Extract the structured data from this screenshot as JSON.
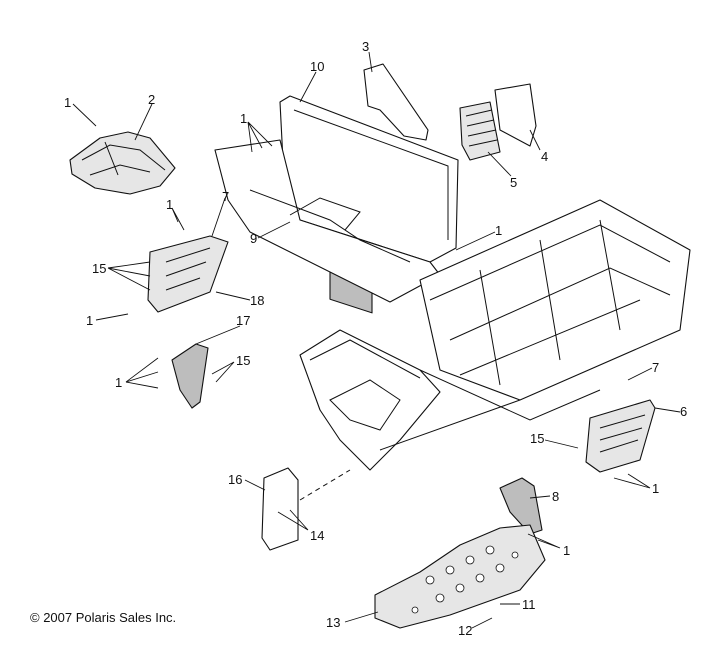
{
  "copyright": "© 2007 Polaris Sales Inc.",
  "callouts": [
    {
      "id": "c1a",
      "label": "1"
    },
    {
      "id": "c2",
      "label": "2"
    },
    {
      "id": "c1b",
      "label": "1"
    },
    {
      "id": "c10",
      "label": "10"
    },
    {
      "id": "c3",
      "label": "3"
    },
    {
      "id": "c4",
      "label": "4"
    },
    {
      "id": "c5",
      "label": "5"
    },
    {
      "id": "c1c",
      "label": "1"
    },
    {
      "id": "c7a",
      "label": "7"
    },
    {
      "id": "c9",
      "label": "9"
    },
    {
      "id": "c1d",
      "label": "1"
    },
    {
      "id": "c15a",
      "label": "15"
    },
    {
      "id": "c18",
      "label": "18"
    },
    {
      "id": "c1e",
      "label": "1"
    },
    {
      "id": "c17",
      "label": "17"
    },
    {
      "id": "c15b",
      "label": "15"
    },
    {
      "id": "c1f",
      "label": "1"
    },
    {
      "id": "c7b",
      "label": "7"
    },
    {
      "id": "c6",
      "label": "6"
    },
    {
      "id": "c15c",
      "label": "15"
    },
    {
      "id": "c1g",
      "label": "1"
    },
    {
      "id": "c16",
      "label": "16"
    },
    {
      "id": "c8",
      "label": "8"
    },
    {
      "id": "c14",
      "label": "14"
    },
    {
      "id": "c1h",
      "label": "1"
    },
    {
      "id": "c11",
      "label": "11"
    },
    {
      "id": "c13",
      "label": "13"
    },
    {
      "id": "c12",
      "label": "12"
    }
  ]
}
